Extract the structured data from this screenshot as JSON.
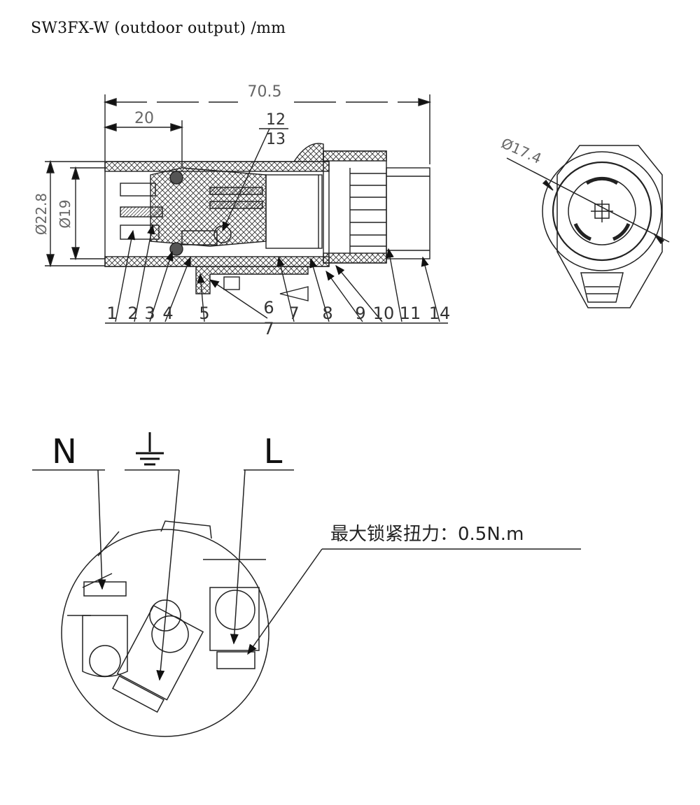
{
  "title": "SW3FX-W (outdoor output) /mm",
  "dimensions": {
    "overall_length": "70.5",
    "front_length": "20",
    "outer_diameter": "Ø22.8",
    "inner_diameter": "Ø19",
    "face_diameter": "Ø17.4"
  },
  "callouts": [
    "1",
    "2",
    "3",
    "4",
    "5",
    "6",
    "7",
    "7",
    "8",
    "9",
    "10",
    "11",
    "12",
    "13",
    "14"
  ],
  "terminals": {
    "neutral": "N",
    "live": "L"
  },
  "torque_note": "最大锁紧扭力：0.5N.m",
  "colors": {
    "line": "#222222",
    "background": "#ffffff"
  }
}
